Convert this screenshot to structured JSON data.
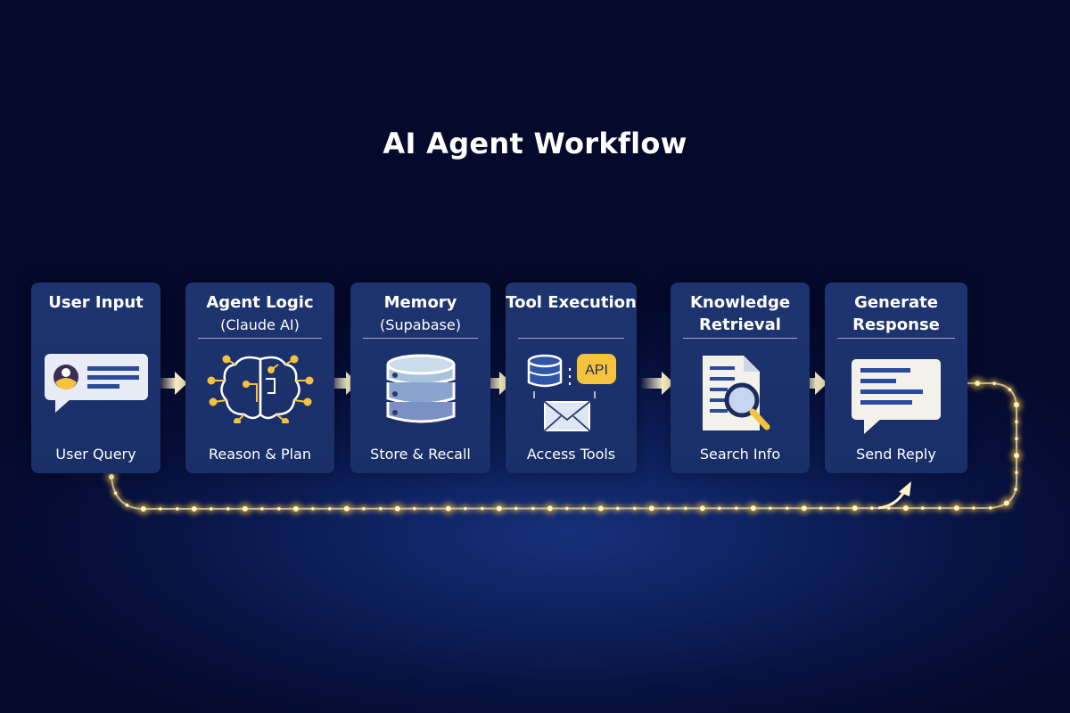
{
  "title": "AI Agent Workflow",
  "steps": [
    {
      "title": "User Input",
      "subtitle": "",
      "caption": "User Query",
      "icon": "chat-user-icon"
    },
    {
      "title": "Agent Logic",
      "subtitle": "(Claude AI)",
      "caption": "Reason & Plan",
      "icon": "brain-icon"
    },
    {
      "title": "Memory",
      "subtitle": "(Supabase)",
      "caption": "Store & Recall",
      "icon": "database-icon"
    },
    {
      "title": "Tool Execution",
      "subtitle": "",
      "caption": "Access Tools",
      "icon": "tools-icon",
      "badge": "API"
    },
    {
      "title": "Knowledge",
      "subtitle": "Retrieval",
      "caption": "Search Info",
      "icon": "document-search-icon"
    },
    {
      "title": "Generate",
      "subtitle": "Response",
      "caption": "Send Reply",
      "icon": "reply-chat-icon"
    }
  ],
  "colors": {
    "accent": "#f5c33b",
    "card": "#1e3470",
    "background": "#070f3a"
  }
}
